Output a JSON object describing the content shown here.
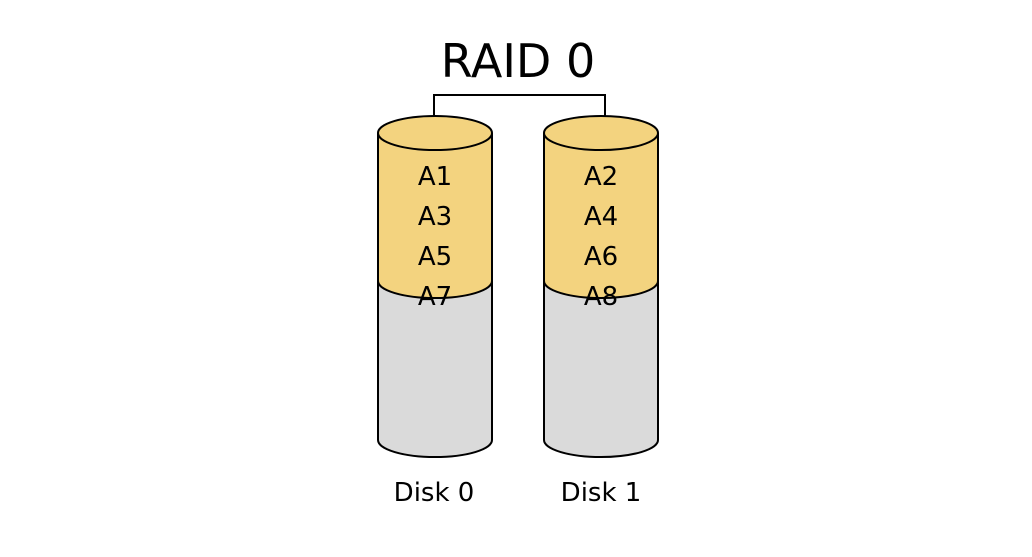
{
  "title": "RAID 0",
  "colors": {
    "block_fill": "#f3d37f",
    "empty_fill": "#dadada",
    "stroke": "#000000"
  },
  "disks": [
    {
      "name": "Disk 0",
      "blocks": [
        "A1",
        "A3",
        "A5",
        "A7"
      ]
    },
    {
      "name": "Disk 1",
      "blocks": [
        "A2",
        "A4",
        "A6",
        "A8"
      ]
    }
  ]
}
